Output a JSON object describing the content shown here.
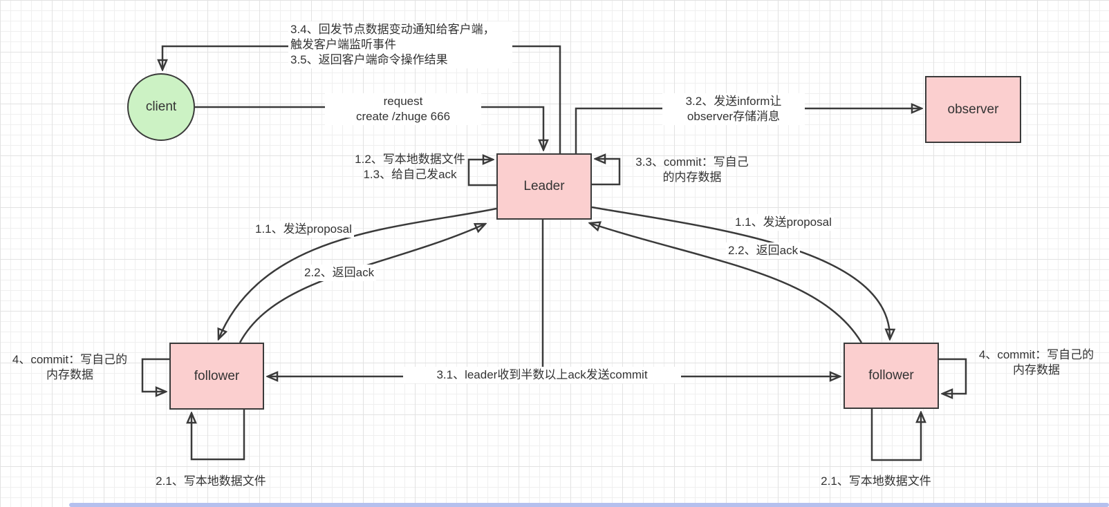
{
  "diagram": {
    "nodes": {
      "client": {
        "label": "client"
      },
      "leader": {
        "label": "Leader"
      },
      "observer": {
        "label": "observer"
      },
      "follower_left": {
        "label": "follower"
      },
      "follower_right": {
        "label": "follower"
      }
    },
    "labels": {
      "notify": "3.4、回发节点数据变动通知给客户端，\n触发客户端监听事件\n3.5、返回客户端命令操作结果",
      "request": "request\ncreate /zhuge 666",
      "inform": "3.2、发送inform让\nobserver存储消息",
      "leader_local_write": "1.2、写本地数据文件\n1.3、给自己发ack",
      "leader_self_commit": "3.3、commit：写自己\n的内存数据",
      "proposal_left": "1.1、发送proposal",
      "ack_left": "2.2、返回ack",
      "proposal_right": "1.1、发送proposal",
      "ack_right": "2.2、返回ack",
      "commit_broadcast": "3.1、leader收到半数以上ack发送commit",
      "follower_left_commit": "4、commit：写自己的\n内存数据",
      "follower_right_commit": "4、commit：写自己的\n内存数据",
      "follower_left_local_write": "2.1、写本地数据文件",
      "follower_right_local_write": "2.1、写本地数据文件"
    },
    "colors": {
      "node_pink": "#fbcfcf",
      "node_green": "#ccf2c4",
      "line": "#3a3a3a",
      "text": "#333333",
      "grid": "#efefef",
      "scrollbar": "#b5c0ee"
    }
  }
}
